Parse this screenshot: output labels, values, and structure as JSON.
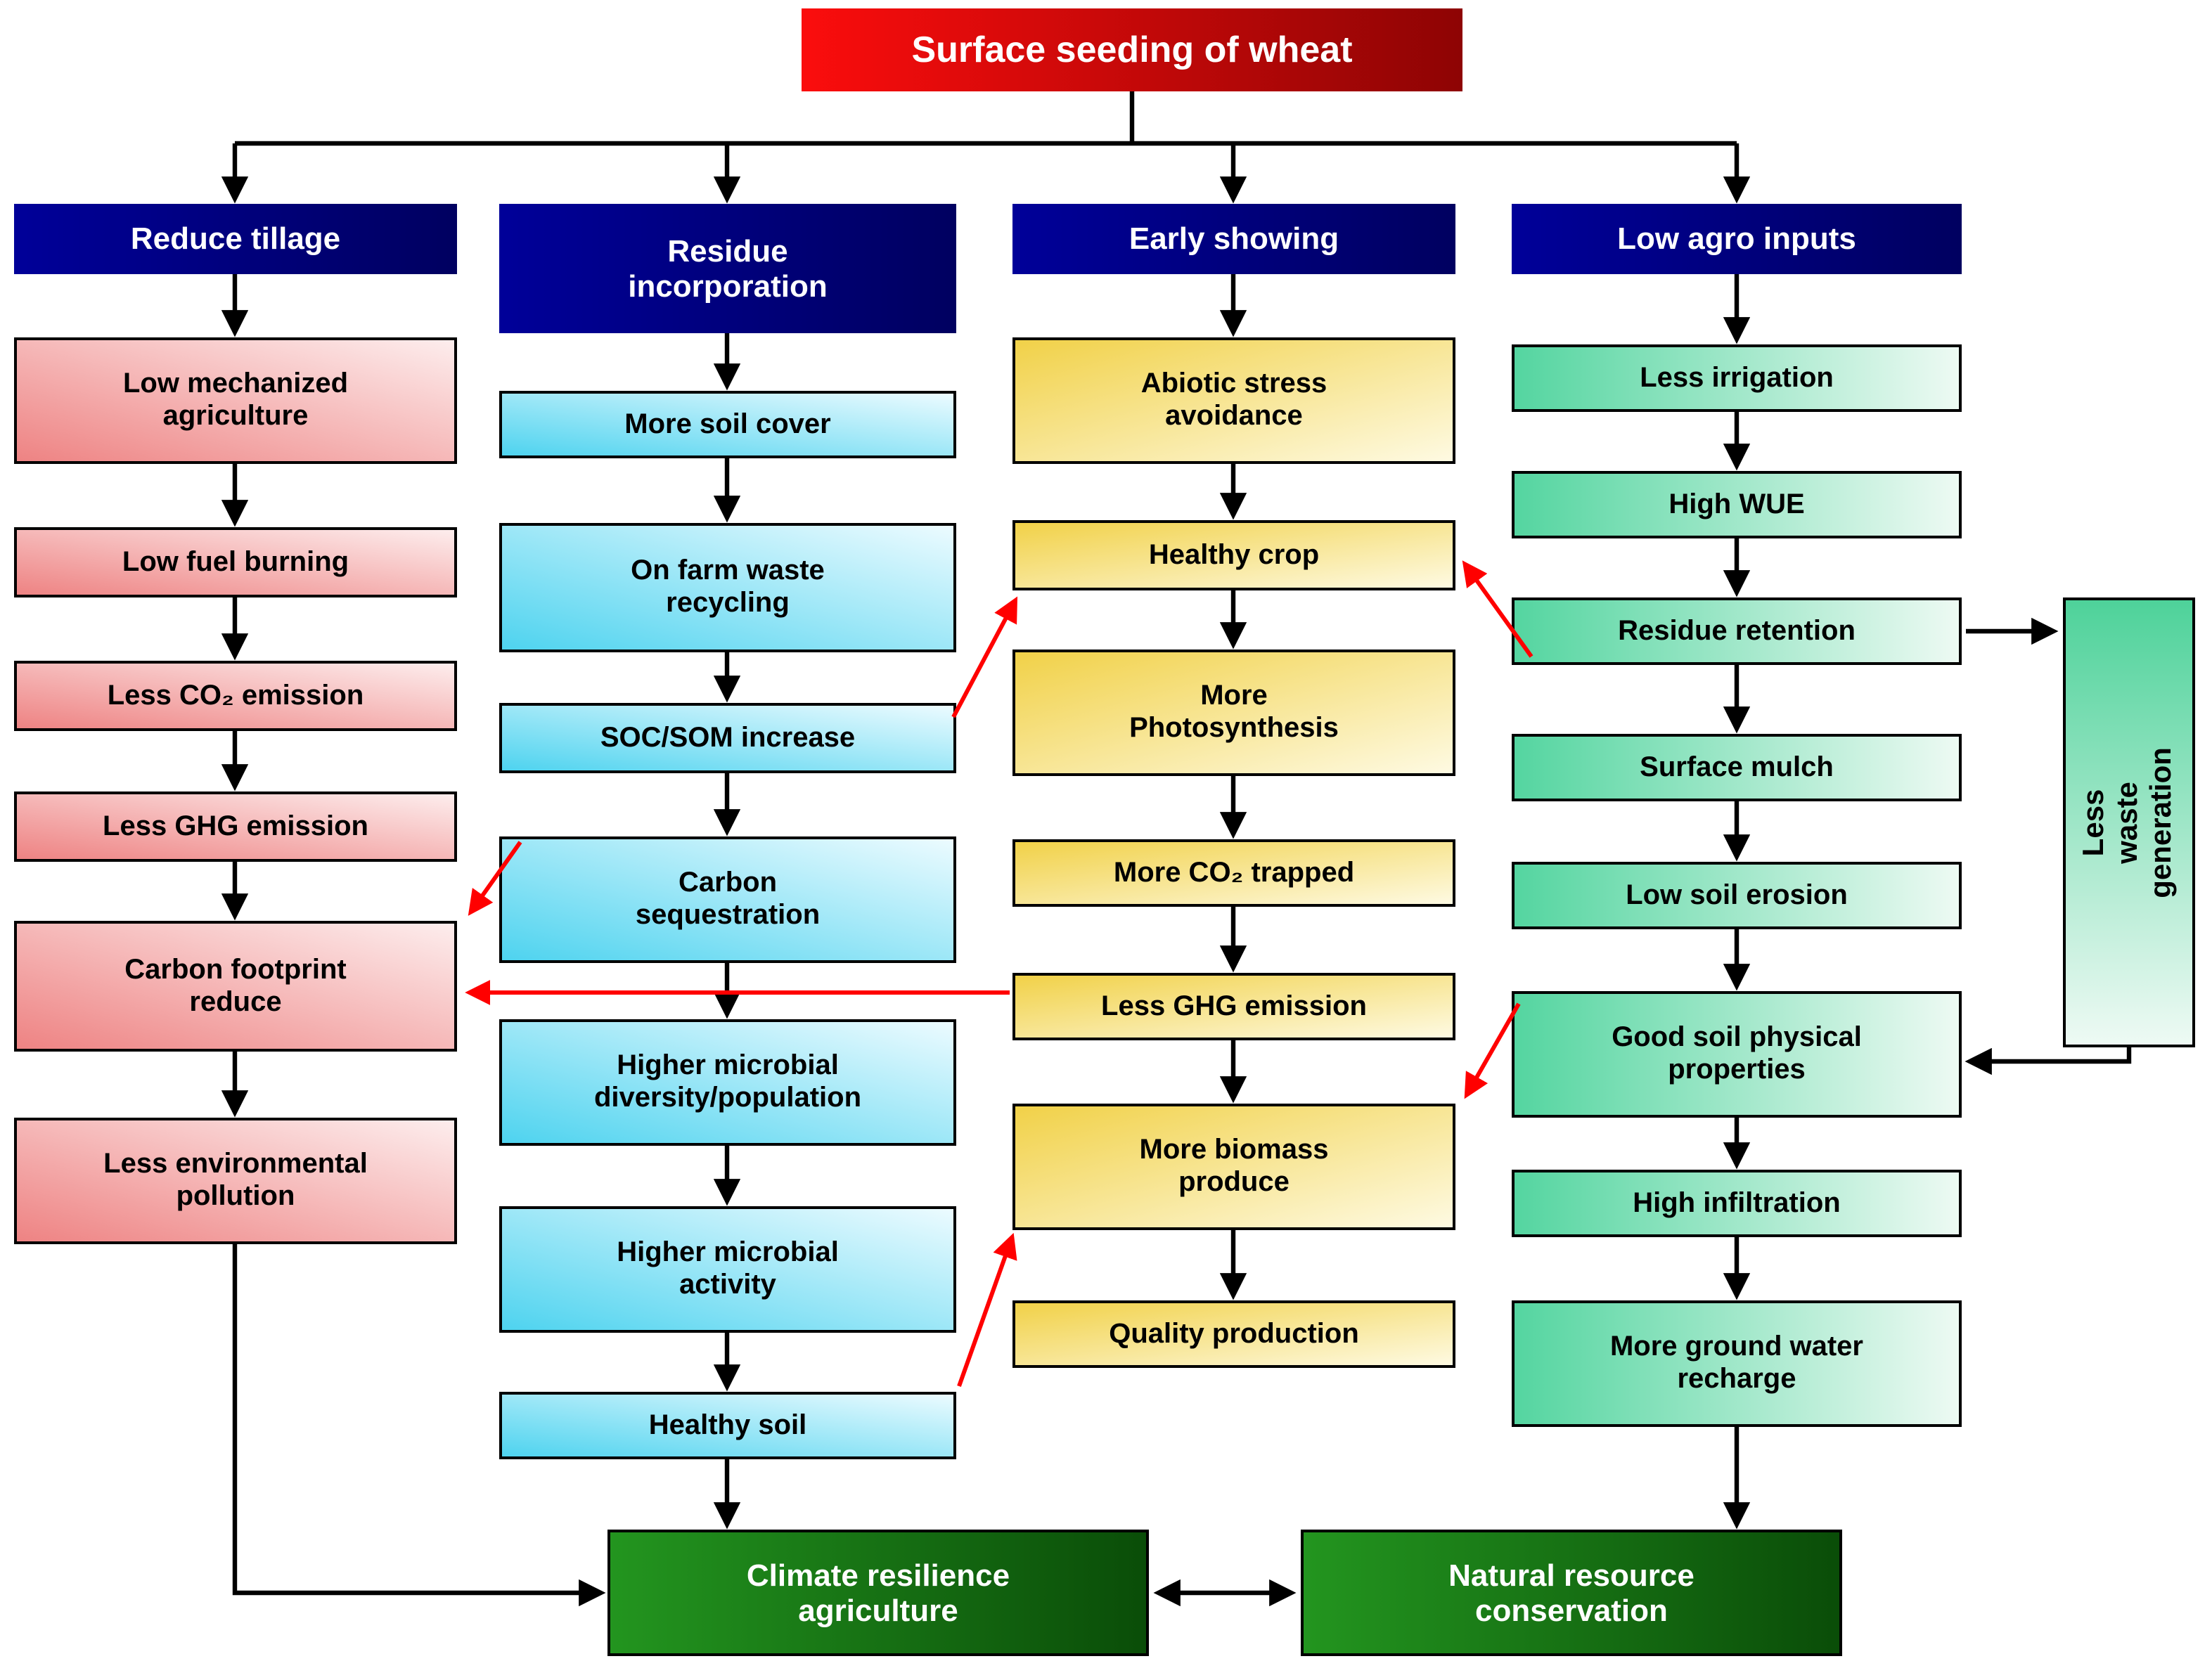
{
  "title": "Surface seeding of wheat",
  "columns": [
    {
      "header": "Reduce tillage",
      "boxes": [
        "Low mechanized\nagriculture",
        "Low fuel burning",
        "Less CO₂ emission",
        "Less GHG emission",
        "Carbon footprint\nreduce",
        "Less environmental\npollution"
      ]
    },
    {
      "header": "Residue\nincorporation",
      "boxes": [
        "More soil cover",
        "On farm waste\nrecycling",
        "SOC/SOM increase",
        "Carbon\nsequestration",
        "Higher microbial\ndiversity/population",
        "Higher microbial\nactivity",
        "Healthy soil"
      ]
    },
    {
      "header": "Early showing",
      "boxes": [
        "Abiotic stress\navoidance",
        "Healthy crop",
        "More\nPhotosynthesis",
        "More CO₂ trapped",
        "Less GHG emission",
        "More biomass\nproduce",
        "Quality production"
      ]
    },
    {
      "header": "Low agro inputs",
      "boxes": [
        "Less irrigation",
        "High WUE",
        "Residue retention",
        "Surface mulch",
        "Low soil erosion",
        "Good soil physical\nproperties",
        "High infiltration",
        "More ground water\nrecharge"
      ]
    }
  ],
  "side_box": "Less waste\ngeneration",
  "outcomes": [
    "Climate resilience\nagriculture",
    "Natural resource\nconservation"
  ],
  "red_links": [
    "SOC/SOM increase -> Healthy crop",
    "Residue retention -> Healthy crop",
    "Less GHG emission (early showing) -> Carbon footprint reduce",
    "Carbon sequestration -> Carbon footprint reduce",
    "Good soil physical properties -> More biomass produce",
    "Healthy soil -> More biomass produce"
  ],
  "colors": {
    "title_gradient": [
      "#fb0d0d",
      "#8e0404"
    ],
    "header_fill": "#000080",
    "tillage_fill": [
      "#ee8383",
      "#fdeded"
    ],
    "residue_fill": [
      "#4ed3ef",
      "#ecfbff"
    ],
    "early_fill": [
      "#f1d148",
      "#fefae2"
    ],
    "agro_fill": [
      "#54d5a0",
      "#edfaf3"
    ],
    "side_fill": [
      "#4ed29a",
      "#eefaf4"
    ],
    "outcome_fill": [
      "#23951f",
      "#0a4d08"
    ],
    "connector_black": "#000000",
    "connector_red": "#ff0000"
  }
}
